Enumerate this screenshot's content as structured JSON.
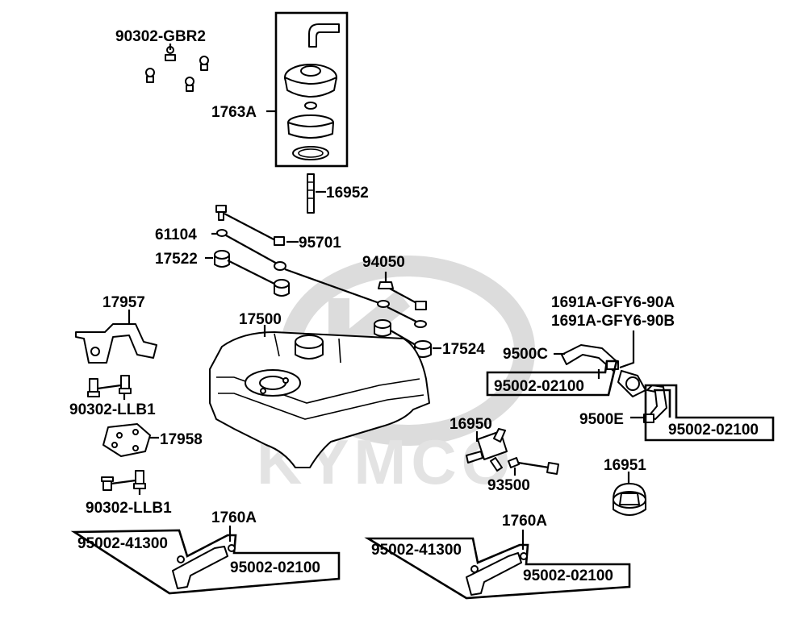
{
  "watermark": {
    "brand": "KYMCO"
  },
  "labels": {
    "p90302_gbr2": "90302-GBR2",
    "p1763a": "1763A",
    "p16952": "16952",
    "p61104": "61104",
    "p95701": "95701",
    "p17522": "17522",
    "p94050": "94050",
    "p17957": "17957",
    "p17500": "17500",
    "p17524": "17524",
    "p1691a_a": "1691A-GFY6-90A",
    "p1691a_b": "1691A-GFY6-90B",
    "p9500c": "9500C",
    "p95002_02100_a": "95002-02100",
    "p9500e": "9500E",
    "p95002_02100_b": "95002-02100",
    "p90302_llb1_a": "90302-LLB1",
    "p17958": "17958",
    "p16950": "16950",
    "p93500": "93500",
    "p16951": "16951",
    "p90302_llb1_b": "90302-LLB1",
    "p1760a_left": "1760A",
    "p95002_41300_left": "95002-41300",
    "p95002_02100_left": "95002-02100",
    "p1760a_right": "1760A",
    "p95002_41300_right": "95002-41300",
    "p95002_02100_right": "95002-02100"
  }
}
